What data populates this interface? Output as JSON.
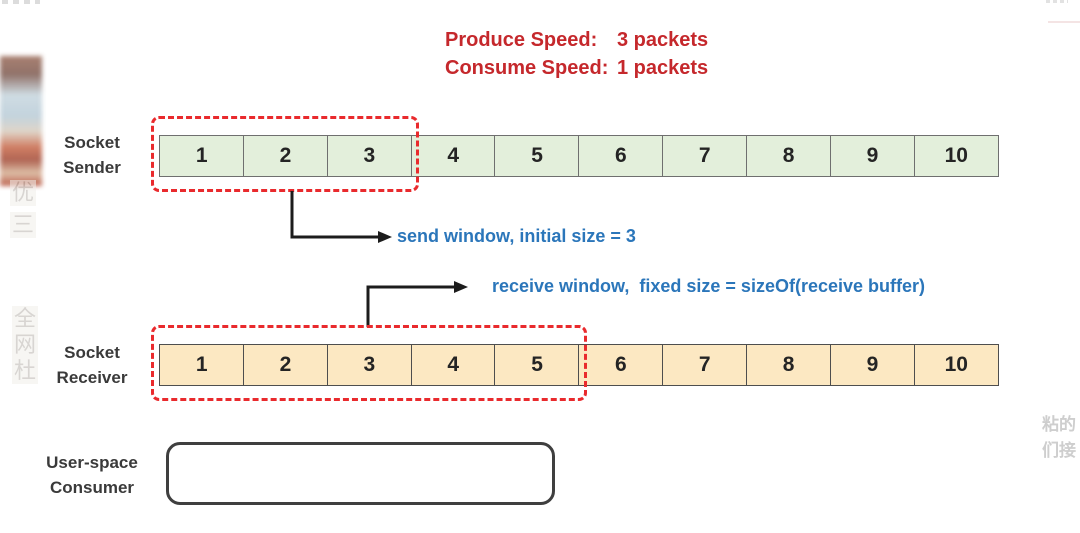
{
  "header": {
    "produce_label": "Produce Speed:",
    "produce_value": "3 packets",
    "consume_label": "Consume Speed:",
    "consume_value": "1 packets"
  },
  "sender": {
    "label_line1": "Socket",
    "label_line2": "Sender",
    "cells": [
      "1",
      "2",
      "3",
      "4",
      "5",
      "6",
      "7",
      "8",
      "9",
      "10"
    ],
    "window_size": 3,
    "window_label": "send window, initial size = 3"
  },
  "receiver": {
    "label_line1": "Socket",
    "label_line2": "Receiver",
    "cells": [
      "1",
      "2",
      "3",
      "4",
      "5",
      "6",
      "7",
      "8",
      "9",
      "10"
    ],
    "window_size": 5,
    "window_label": "receive window,  fixed size = sizeOf(receive buffer)"
  },
  "consumer": {
    "label_line1": "User-space",
    "label_line2": "Consumer"
  },
  "colors": {
    "title_red": "#c5282c",
    "annotation_blue": "#2b76ba",
    "window_dash_red": "#e92a2d",
    "sender_cell_fill": "#e3efdb",
    "receiver_cell_fill": "#fce8c2",
    "arrow_black": "#1c1c1c"
  },
  "watermark_fragments": {
    "left_upper": [
      "优",
      "三"
    ],
    "left_lower": [
      "全",
      "网",
      "杜"
    ],
    "right_line1": "粘的",
    "right_line2": "们接"
  }
}
